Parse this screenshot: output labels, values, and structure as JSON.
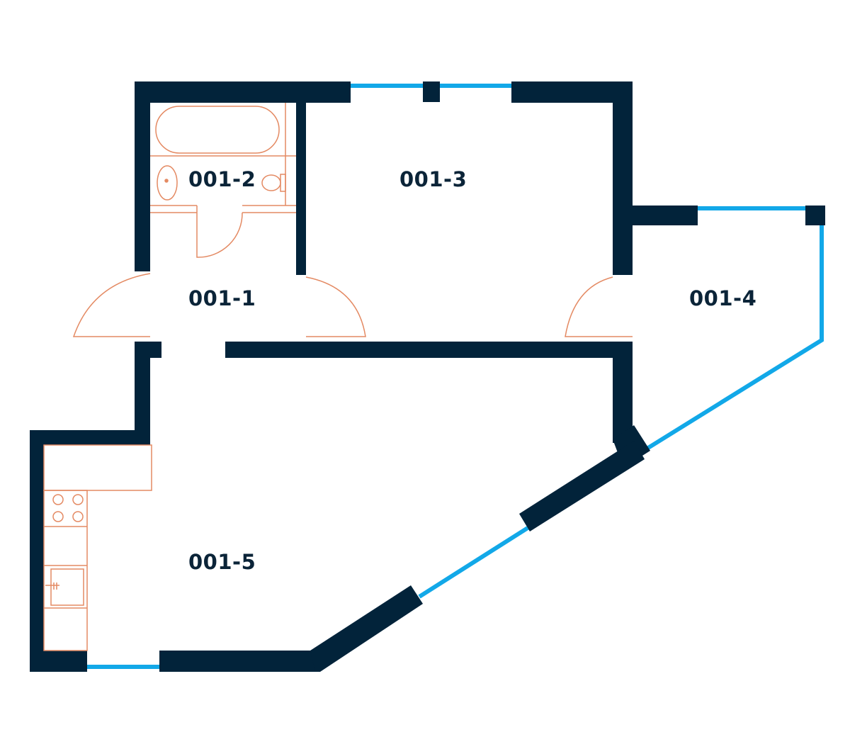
{
  "colors": {
    "wall": "#02233a",
    "window": "#12a8e8",
    "fixture": "#e48a63"
  },
  "rooms": [
    {
      "id": "001-1",
      "label": "001-1"
    },
    {
      "id": "001-2",
      "label": "001-2"
    },
    {
      "id": "001-3",
      "label": "001-3"
    },
    {
      "id": "001-4",
      "label": "001-4"
    },
    {
      "id": "001-5",
      "label": "001-5"
    }
  ]
}
